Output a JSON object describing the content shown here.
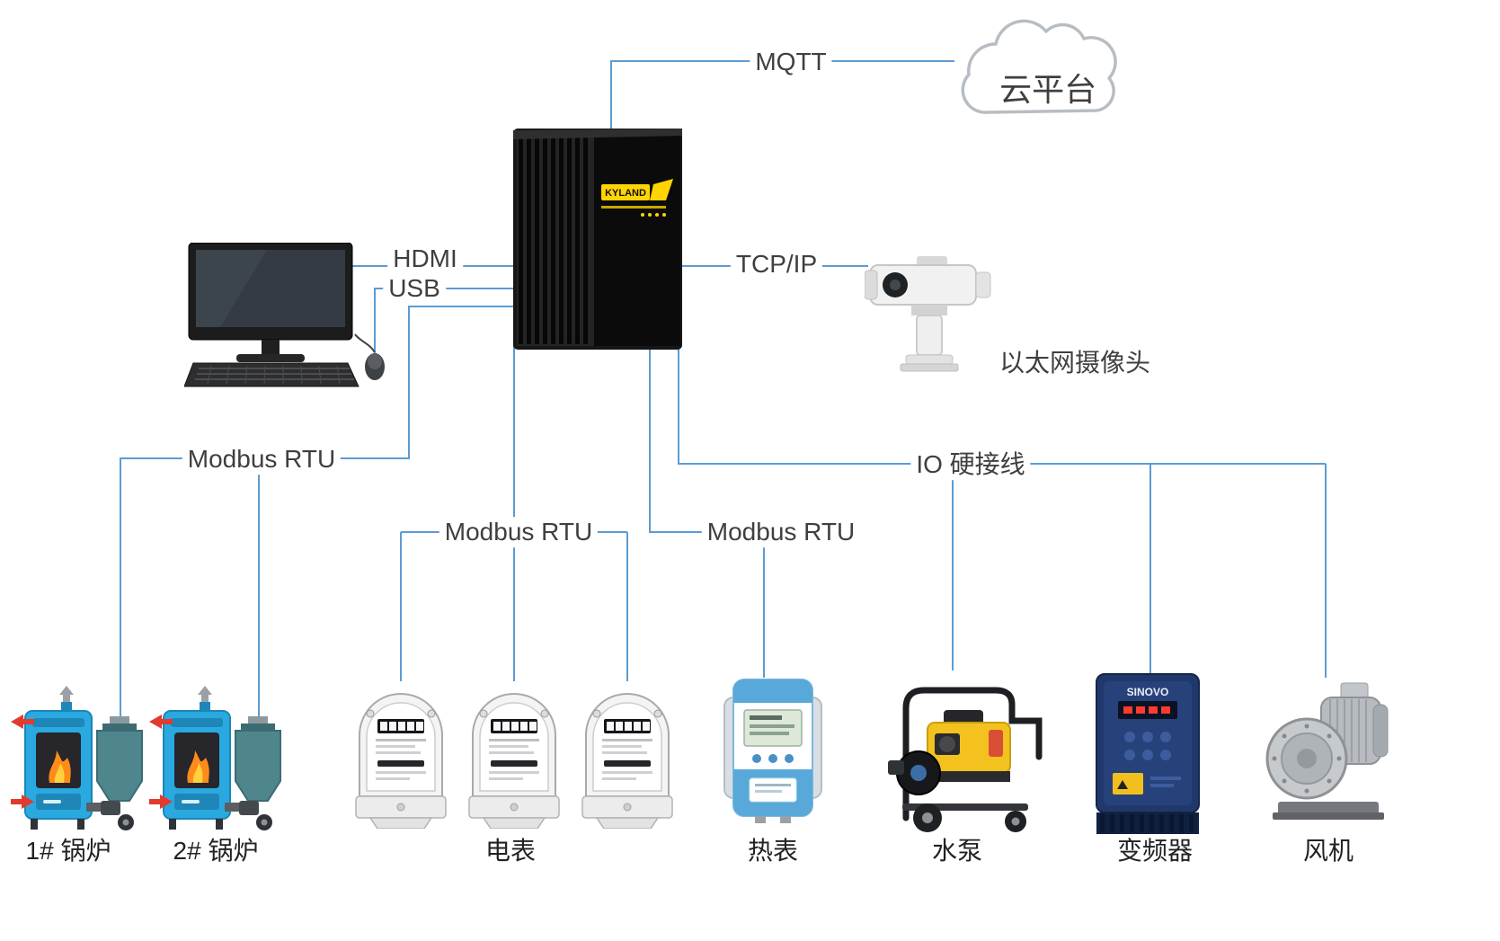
{
  "colors": {
    "line": "#5b9bd5",
    "gateway_accent": "#ffd400",
    "cloud_stroke": "#b7bdc3"
  },
  "cloud": {
    "label": "云平台"
  },
  "gateway": {
    "brand": "KYLAND"
  },
  "connections": {
    "mqtt": {
      "label": "MQTT"
    },
    "hdmi": {
      "label": "HDMI"
    },
    "usb": {
      "label": "USB"
    },
    "tcpip": {
      "label": "TCP/IP"
    },
    "modbus_left": {
      "label": "Modbus RTU"
    },
    "modbus_mid": {
      "label": "Modbus RTU"
    },
    "modbus_right": {
      "label": "Modbus RTU"
    },
    "io": {
      "label": "IO 硬接线"
    }
  },
  "devices": {
    "camera": {
      "label": "以太网摄像头"
    },
    "boiler1": {
      "label": "1# 锅炉"
    },
    "boiler2": {
      "label": "2# 锅炉"
    },
    "meters": {
      "label": "电表"
    },
    "heat_meter": {
      "label": "热表"
    },
    "pump": {
      "label": "水泵"
    },
    "vfd": {
      "label": "变频器",
      "brand": "SINOVO"
    },
    "fan": {
      "label": "风机"
    }
  }
}
